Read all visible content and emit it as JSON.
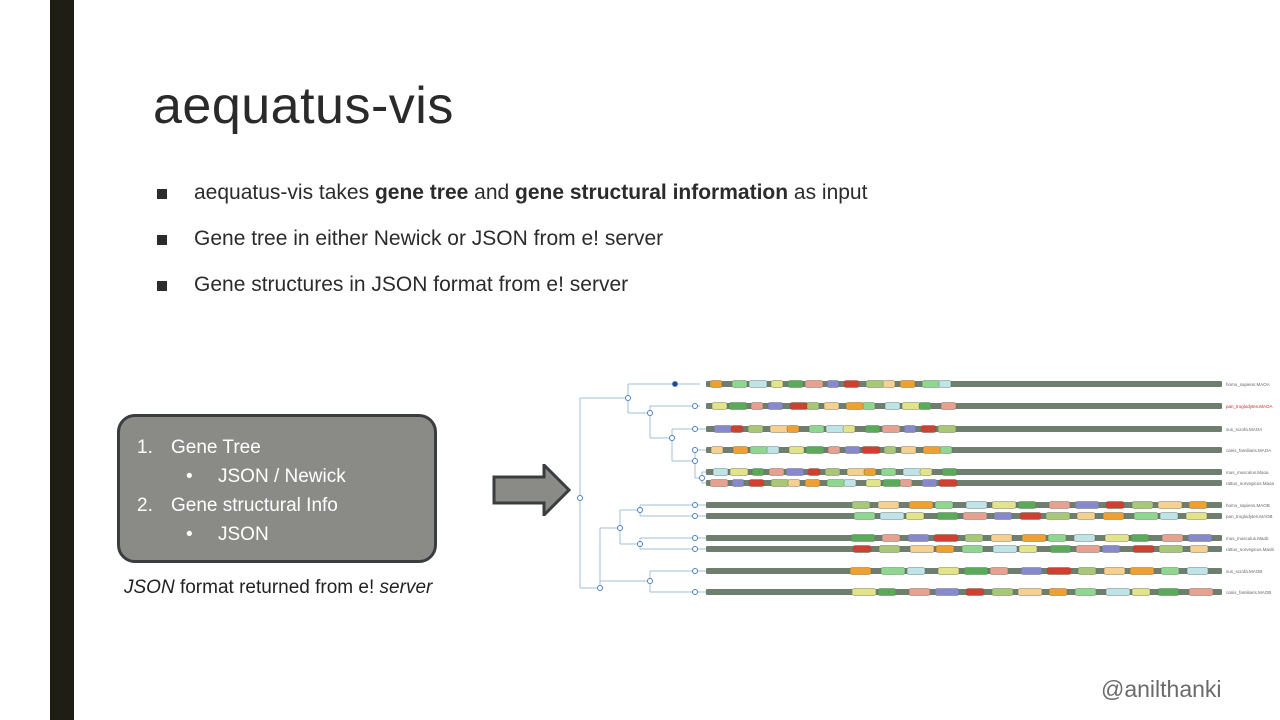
{
  "slide": {
    "title": "aequatus-vis",
    "bullets": [
      {
        "parts": [
          "aequatus-vis takes ",
          "gene tree",
          " and ",
          "gene structural information",
          " as input"
        ]
      },
      {
        "parts": [
          "Gene tree in either Newick or JSON from e! server"
        ]
      },
      {
        "parts": [
          "Gene structures in JSON format from e! server"
        ]
      }
    ],
    "box": {
      "items": [
        {
          "num": "1.",
          "label": "Gene Tree",
          "sub_bullet": "•",
          "sub": "JSON / Newick"
        },
        {
          "num": "2.",
          "label": "Gene structural Info",
          "sub_bullet": "•",
          "sub": "JSON"
        }
      ]
    },
    "caption": {
      "italic1": "JSON",
      "middle": " format returned from e!  ",
      "italic2": "server"
    },
    "handle": "@anilthanki"
  },
  "colors": {
    "left_bar": "#1e1e14",
    "box_fill": "#8a8a86",
    "box_border": "#3a3d40",
    "arrow_fill": "#8a8a86",
    "gene_bar": "#6f7f6f",
    "tree_line": "#9fc0d6",
    "highlight_label": "#e02020"
  },
  "figure": {
    "gene_labels": [
      "homo_sapiens.MAOA",
      "pan_troglodytes.MAOA",
      "sus_scrofa.MAOA",
      "canis_familiaris.MAOA",
      "mus_musculus.Maoa",
      "rattus_norvegicus.Maoa",
      "homo_sapiens.MAOB",
      "pan_troglodytes.MAOB",
      "mus_musculus.Maob",
      "rattus_norvegicus.Maob",
      "sus_scrofa.MAOB",
      "canis_familiaris.MAOB"
    ],
    "highlighted_label_index": 1
  }
}
